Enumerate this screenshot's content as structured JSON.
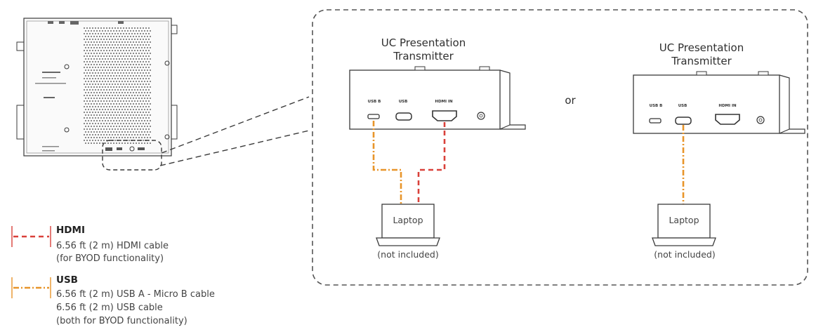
{
  "transmitters": [
    {
      "title_line1": "UC Presentation",
      "title_line2": "Transmitter",
      "ports": [
        "USB B",
        "USB",
        "HDMI IN"
      ],
      "laptop_label": "Laptop",
      "laptop_note": "(not included)"
    },
    {
      "title_line1": "UC Presentation",
      "title_line2": "Transmitter",
      "ports": [
        "USB B",
        "USB",
        "HDMI IN"
      ],
      "laptop_label": "Laptop",
      "laptop_note": "(not included)"
    }
  ],
  "or_label": "or",
  "legend": {
    "hdmi": {
      "heading": "HDMI",
      "lines": [
        "6.56 ft (2 m) HDMI cable",
        "(for BYOD functionality)"
      ],
      "color": "#d9413a"
    },
    "usb": {
      "heading": "USB",
      "lines": [
        "6.56 ft (2 m) USB A - Micro B cable",
        "6.56 ft (2 m) USB cable",
        "(both for BYOD functionality)"
      ],
      "color": "#e8952a"
    }
  },
  "colors": {
    "line": "#3a3a3a",
    "dashed_border": "#555555"
  }
}
